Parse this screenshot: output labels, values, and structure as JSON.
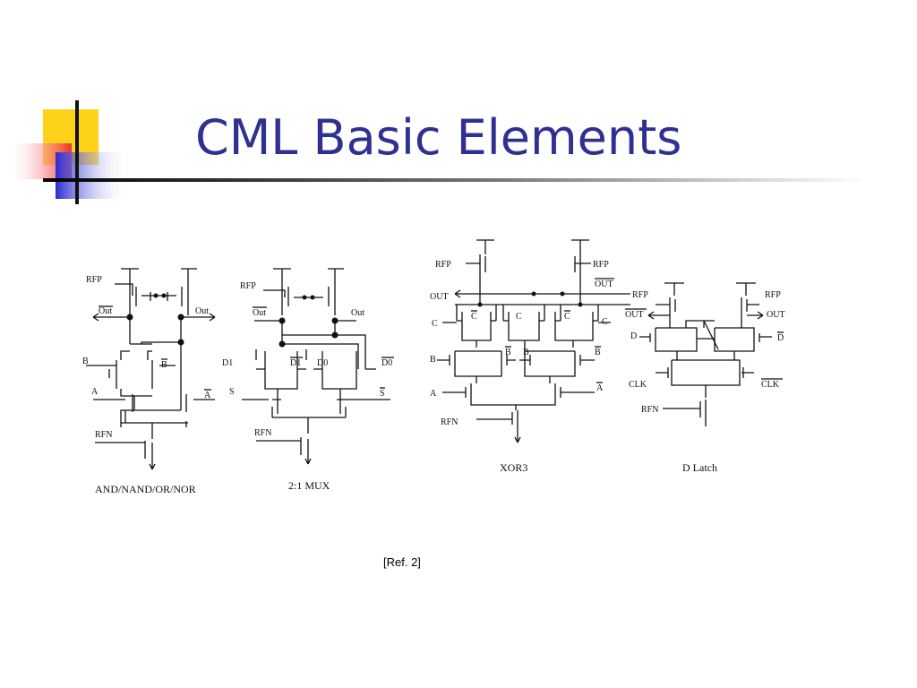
{
  "slide": {
    "title": "CML Basic Elements",
    "reference": "[Ref. 2]",
    "accent_color": "#2e3192"
  },
  "circuits": [
    {
      "caption": "AND/NAND/OR/NOR",
      "labels": {
        "rfp": "RFP",
        "out_bar": "Out",
        "out": "Out",
        "b": "B",
        "b_bar": "B",
        "a": "A",
        "a_bar": "A",
        "rfn": "RFN"
      }
    },
    {
      "caption": "2:1 MUX",
      "labels": {
        "rfp": "RFP",
        "out_bar": "Out",
        "out": "Out",
        "d1": "D1",
        "d1_bar": "D1",
        "d0": "D0",
        "d0_bar": "D0",
        "s": "S",
        "s_bar": "S",
        "rfn": "RFN"
      }
    },
    {
      "caption": "XOR3",
      "labels": {
        "rfp_left": "RFP",
        "rfp_right": "RFP",
        "out": "OUT",
        "out_bar": "OUT",
        "c1": "C",
        "c1_bar": "C",
        "c2": "C",
        "c2_bar": "C",
        "c3": "C",
        "b1": "B",
        "b1_bar": "B",
        "b2": "B",
        "b2_bar": "B",
        "a": "A",
        "a_bar": "A",
        "rfn": "RFN"
      }
    },
    {
      "caption": "D Latch",
      "labels": {
        "rfp_left": "RFP",
        "rfp_right": "RFP",
        "out_bar": "OUT",
        "out": "OUT",
        "d": "D",
        "d_bar": "D",
        "clk": "CLK",
        "clk_bar": "CLK",
        "rfn": "RFN"
      }
    }
  ]
}
